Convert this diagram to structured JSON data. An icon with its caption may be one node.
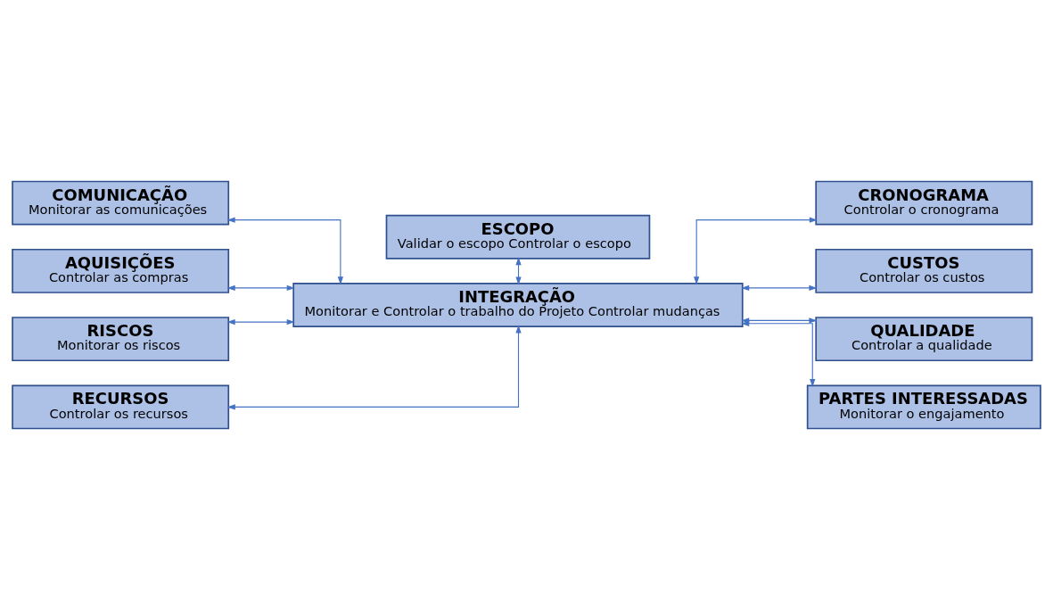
{
  "diagram": {
    "nodes": [
      {
        "text": [
          "ESCOPO",
          "Validar o escopo Controlar o escopo"
        ]
      },
      {
        "text": [
          "COMUNICAÇÃO",
          "Monitorar as comunicações"
        ]
      },
      {
        "text": [
          "CRONOGRAMA",
          "Controlar o cronograma"
        ]
      },
      {
        "text": [
          "AQUISIÇÕES",
          "Controlar as compras"
        ]
      },
      {
        "text": [
          "INTEGRAÇÃO",
          "Monitorar e Controlar o trabalho do Projeto Controlar mudanças"
        ]
      },
      {
        "text": [
          "CUSTOS",
          "Controlar os custos"
        ]
      },
      {
        "text": [
          "RISCOS",
          "Monitorar os riscos"
        ]
      },
      {
        "text": [
          "QUALIDADE",
          "Controlar a qualidade"
        ]
      },
      {
        "text": [
          "RECURSOS",
          "Controlar os recursos"
        ]
      },
      {
        "text": [
          "PARTES INTERESSADAS",
          "Monitorar o engajamento"
        ]
      }
    ],
    "edges": [
      {
        "from": 0,
        "to": 4,
        "arrow": "both"
      },
      {
        "from": 1,
        "to": 4,
        "arrow": "both"
      },
      {
        "from": 4,
        "to": 2,
        "arrow": "both"
      },
      {
        "from": 3,
        "to": 4,
        "arrow": "both"
      },
      {
        "from": 4,
        "to": 5,
        "arrow": "both"
      },
      {
        "from": 6,
        "to": 4,
        "arrow": "both"
      },
      {
        "from": 4,
        "to": 7,
        "arrow": "both"
      },
      {
        "from": 8,
        "to": 4,
        "arrow": "both"
      },
      {
        "from": 4,
        "to": 9,
        "arrow": "both"
      }
    ]
  }
}
